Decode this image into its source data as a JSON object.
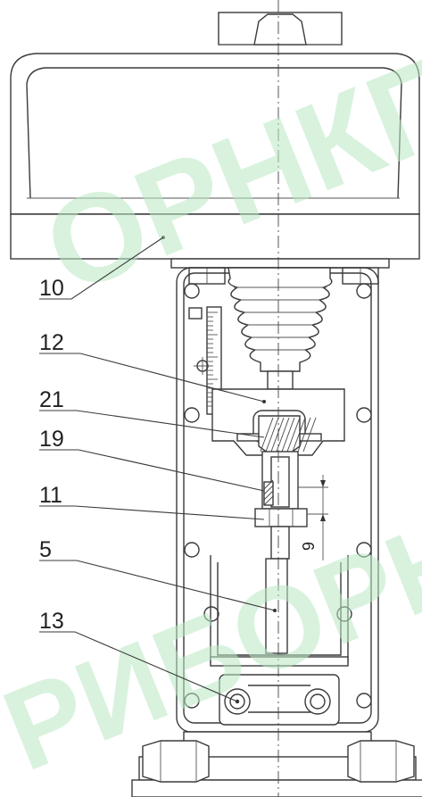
{
  "callouts": [
    {
      "id": "10",
      "text": "10"
    },
    {
      "id": "12",
      "text": "12"
    },
    {
      "id": "21",
      "text": "21"
    },
    {
      "id": "19",
      "text": "19"
    },
    {
      "id": "11",
      "text": "11"
    },
    {
      "id": "5",
      "text": "5"
    },
    {
      "id": "13",
      "text": "13"
    }
  ],
  "dimension_label": "9",
  "watermark": {
    "line1": "ОРНКП",
    "line2": "РИБОРНК"
  }
}
